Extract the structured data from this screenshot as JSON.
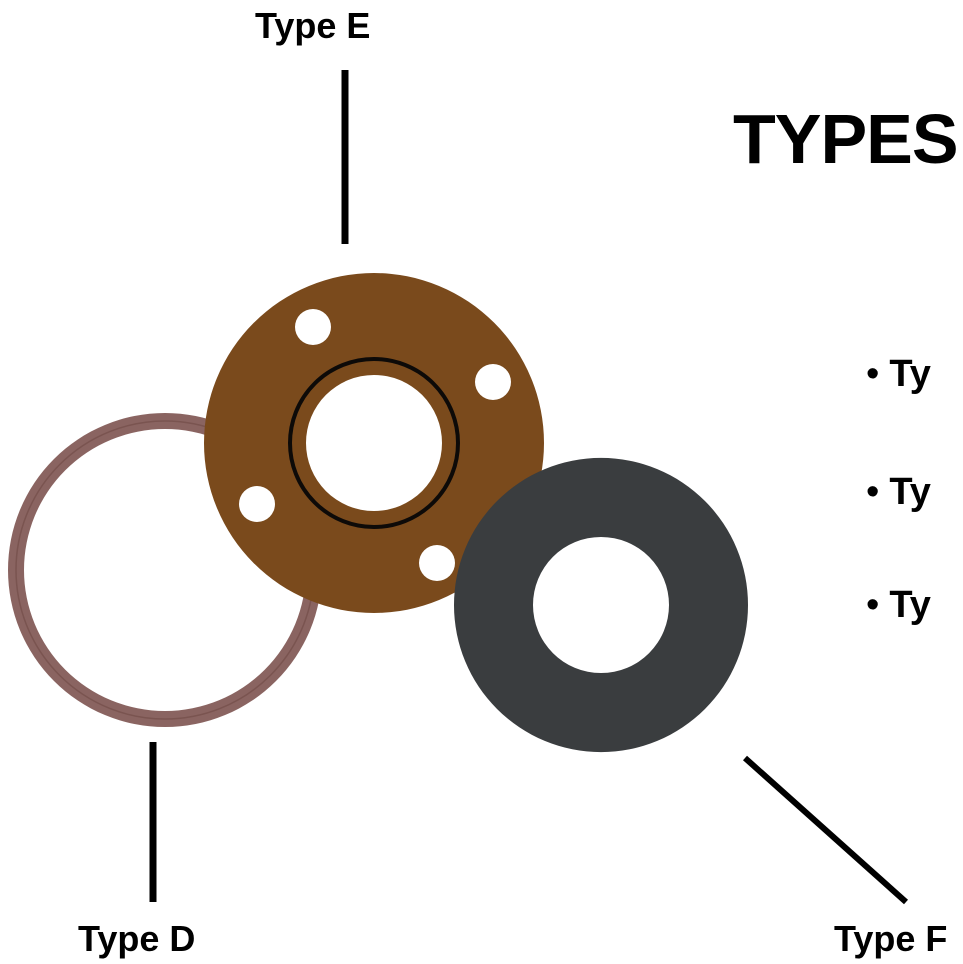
{
  "title": "TYPES",
  "labels": {
    "type_e": "Type E",
    "type_d": "Type D",
    "type_f": "Type F"
  },
  "bullets": [
    {
      "marker": "•",
      "text": "Ty"
    },
    {
      "marker": "•",
      "text": "Ty"
    },
    {
      "marker": "•",
      "text": "Ty"
    }
  ],
  "colors": {
    "type_e_gasket": "#7a4a1c",
    "type_d_ring": "#8a6461",
    "type_f_gasket": "#3a3d3f",
    "leader_line": "#000000"
  }
}
